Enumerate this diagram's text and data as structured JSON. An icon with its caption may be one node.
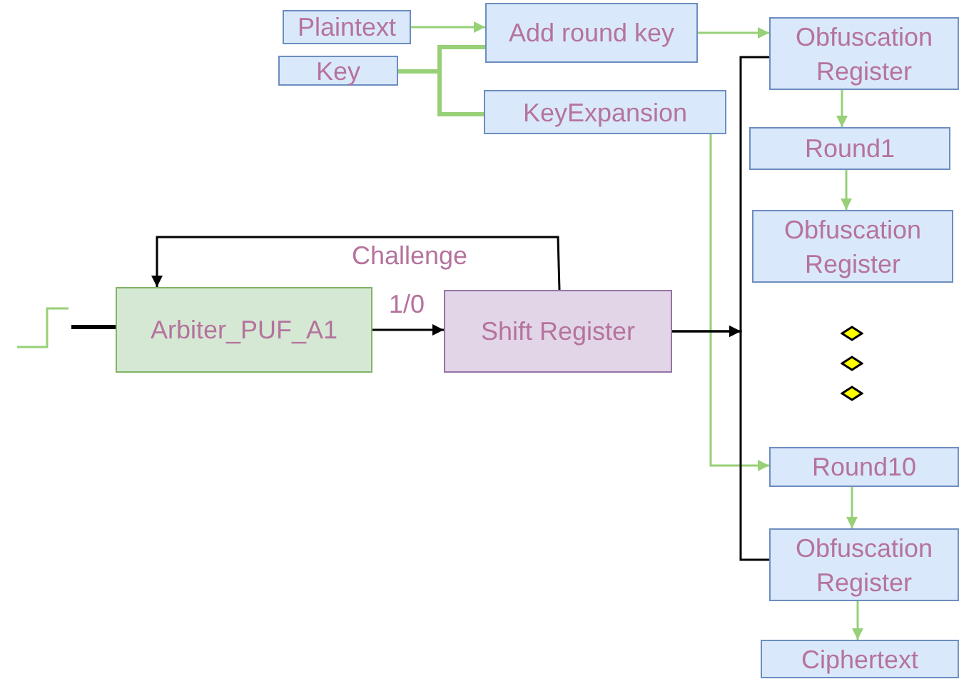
{
  "diagram": {
    "nodes": [
      {
        "text": [
          "Plaintext"
        ]
      },
      {
        "text": [
          "Key"
        ]
      },
      {
        "text": [
          "Add round key"
        ]
      },
      {
        "text": [
          "KeyExpansion"
        ]
      },
      {
        "text": [
          "Obfuscation Register"
        ]
      },
      {
        "text": [
          "Round1"
        ]
      },
      {
        "text": [
          "Obfuscation Register"
        ]
      },
      {
        "text": [
          "Arbiter_PUF_A1"
        ]
      },
      {
        "text": [
          "Shift Register"
        ]
      },
      {
        "text": [],
        "shape": "diamond"
      },
      {
        "text": [],
        "shape": "diamond"
      },
      {
        "text": [],
        "shape": "diamond"
      },
      {
        "text": [
          "Round10"
        ]
      },
      {
        "text": [
          "Obfuscation Register"
        ]
      },
      {
        "text": [
          "Ciphertext"
        ]
      }
    ],
    "edges": [
      {
        "from": 0,
        "to": 2,
        "arrow": "to"
      },
      {
        "from": 1,
        "to": 2,
        "arrow": "none",
        "style": "thick"
      },
      {
        "from": 1,
        "to": 3,
        "arrow": "none",
        "style": "thick"
      },
      {
        "from": 2,
        "to": 4,
        "arrow": "to"
      },
      {
        "from": 4,
        "to": 5,
        "arrow": "to"
      },
      {
        "from": 5,
        "to": 6,
        "arrow": "to"
      },
      {
        "from": 3,
        "to": 12,
        "arrow": "to"
      },
      {
        "from": 12,
        "to": 13,
        "arrow": "to"
      },
      {
        "from": 13,
        "to": 14,
        "arrow": "to"
      },
      {
        "from": null,
        "to": 7,
        "arrow": "none",
        "color": "#000000",
        "style": "thick"
      },
      {
        "from": 8,
        "to": 7,
        "label": "Challenge",
        "arrow": "to",
        "color": "#000000"
      },
      {
        "from": 7,
        "to": 8,
        "label": "1/0",
        "arrow": "to",
        "color": "#000000"
      },
      {
        "from": 8,
        "to": 4,
        "arrow": "to",
        "color": "#000000"
      },
      {
        "from": 8,
        "to": 13,
        "arrow": "to",
        "color": "#000000"
      }
    ]
  }
}
